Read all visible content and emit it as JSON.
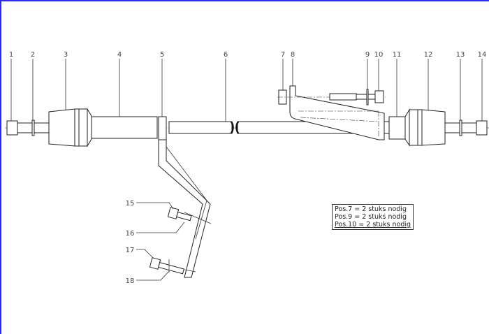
{
  "callouts": [
    "1",
    "2",
    "3",
    "4",
    "5",
    "6",
    "7",
    "8",
    "9",
    "10",
    "11",
    "12",
    "13",
    "14",
    "15",
    "16",
    "17",
    "18"
  ],
  "note": [
    "Pos.7 =  2 stuks nodig",
    "Pos.9 =  2 stuks nodig",
    "Pos.10 = 2 stuks nodig"
  ]
}
